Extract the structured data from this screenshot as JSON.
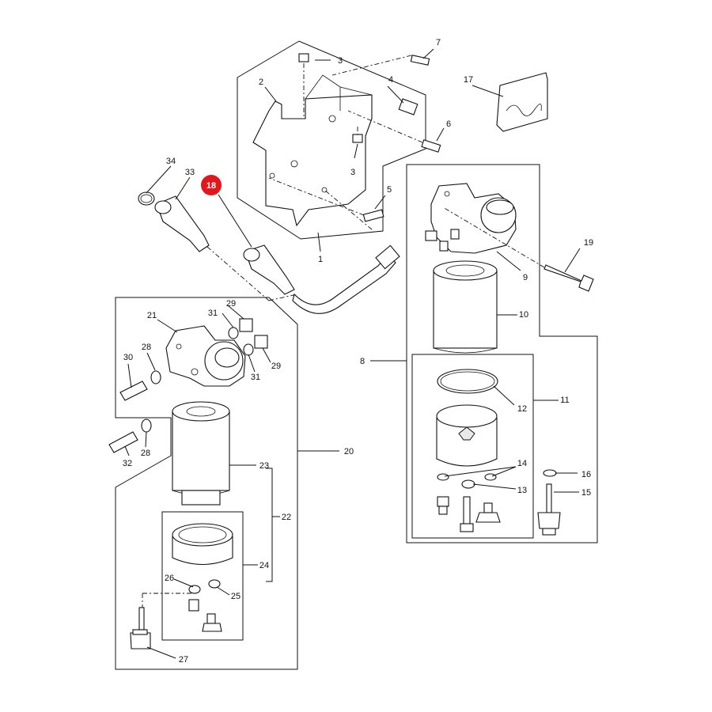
{
  "diagram": {
    "highlight_color": "#e3171b",
    "highlighted_callout": "18",
    "callouts": {
      "c1": "1",
      "c2": "2",
      "c3a": "3",
      "c3b": "3",
      "c4": "4",
      "c5": "5",
      "c6": "6",
      "c7": "7",
      "c8": "8",
      "c9": "9",
      "c10": "10",
      "c11": "11",
      "c12": "12",
      "c13": "13",
      "c14": "14",
      "c15": "15",
      "c16": "16",
      "c17": "17",
      "c18": "18",
      "c19": "19",
      "c20": "20",
      "c21": "21",
      "c22": "22",
      "c23": "23",
      "c24": "24",
      "c25": "25",
      "c26": "26",
      "c27": "27",
      "c28a": "28",
      "c28b": "28",
      "c29a": "29",
      "c29b": "29",
      "c30": "30",
      "c31a": "31",
      "c31b": "31",
      "c32": "32",
      "c33": "33",
      "c34": "34"
    }
  }
}
